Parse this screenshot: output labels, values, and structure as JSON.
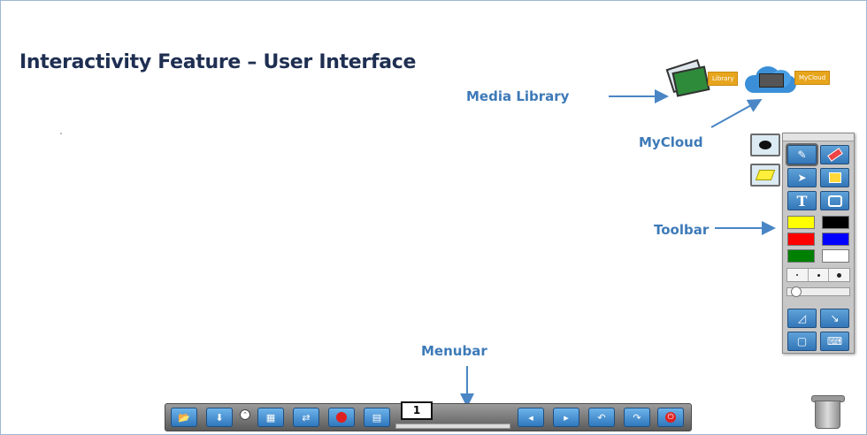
{
  "slide": {
    "title": "Interactivity Feature – User Interface"
  },
  "callouts": {
    "media_library": "Media Library",
    "mycloud": "MyCloud",
    "toolbar": "Toolbar",
    "menubar": "Menubar"
  },
  "icons": {
    "library_tag": "Library",
    "mycloud_tag": "MyCloud"
  },
  "toolbar": {
    "tools": [
      "pen-icon",
      "eraser-icon",
      "select-arrow-icon",
      "fill-icon",
      "text-tool-icon",
      "shape-icon",
      "ruler-icon",
      "line-arrow-icon",
      "screen-capture-icon",
      "keyboard-icon"
    ],
    "colors": [
      "#ffff00",
      "#000000",
      "#ff0000",
      "#0000ff",
      "#008000",
      "#ffffff"
    ],
    "side_pens": [
      "marker-black-icon",
      "highlighter-yellow-icon"
    ]
  },
  "menubar": {
    "page_number": "1",
    "buttons": [
      "open-file-icon",
      "save-icon",
      "gallery-icon",
      "share-icon",
      "record-icon",
      "new-page-icon",
      "prev-page-icon",
      "next-page-icon",
      "undo-icon",
      "redo-icon",
      "power-icon"
    ]
  },
  "colors": {
    "title": "#1f2f52",
    "callout": "#3d7ab8",
    "tag": "#e7a51d"
  }
}
